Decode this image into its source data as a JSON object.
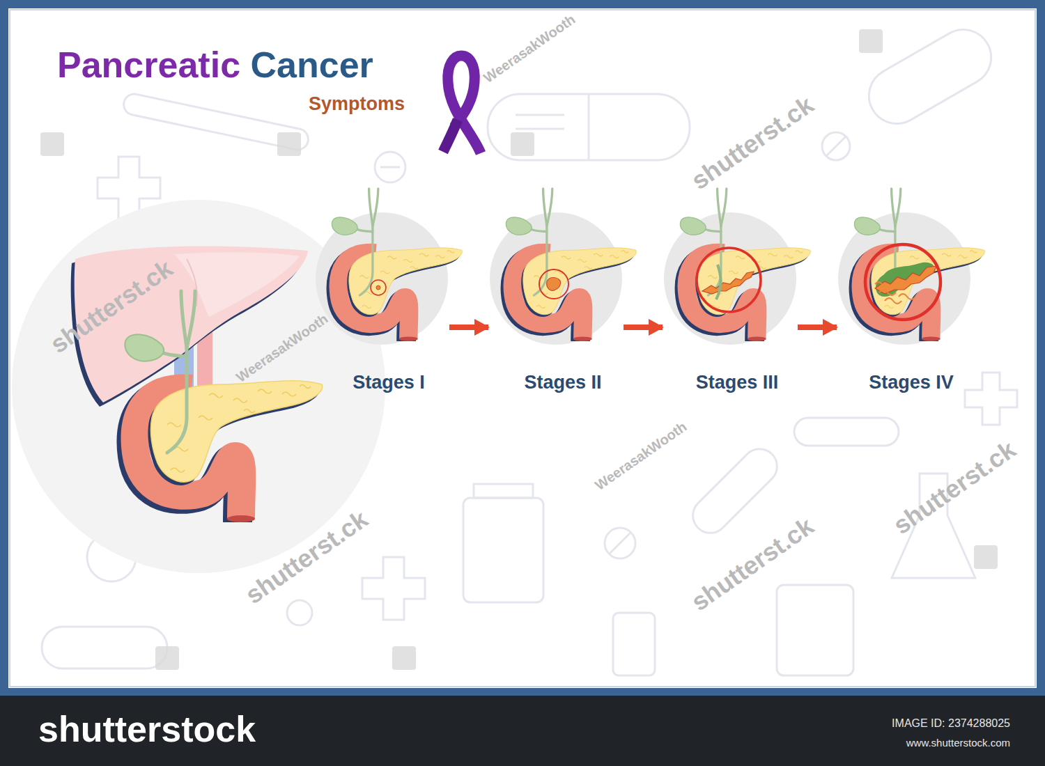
{
  "diagram": {
    "title": "Pancreatic Cancer",
    "nodes": [
      {
        "text": [
          "Stages I"
        ]
      },
      {
        "text": [
          "Stages II"
        ]
      },
      {
        "text": [
          "Stages III"
        ]
      },
      {
        "text": [
          "Stages IV"
        ]
      }
    ],
    "edges": [
      {
        "from": 0,
        "to": 1,
        "arrow": "to"
      },
      {
        "from": 1,
        "to": 2,
        "arrow": "to"
      },
      {
        "from": 2,
        "to": 3,
        "arrow": "to"
      }
    ],
    "labels": [
      "Symptoms",
      "WeerasakWooth",
      "WeerasakWooth",
      "WeerasakWooth",
      "shutterst.ck",
      "shutterst.ck",
      "shutterst.ck",
      "shutterst.ck",
      "shutterst.ck",
      "shutterstock",
      "IMAGE ID: 2374288025",
      "www.shutterstock.com"
    ]
  }
}
